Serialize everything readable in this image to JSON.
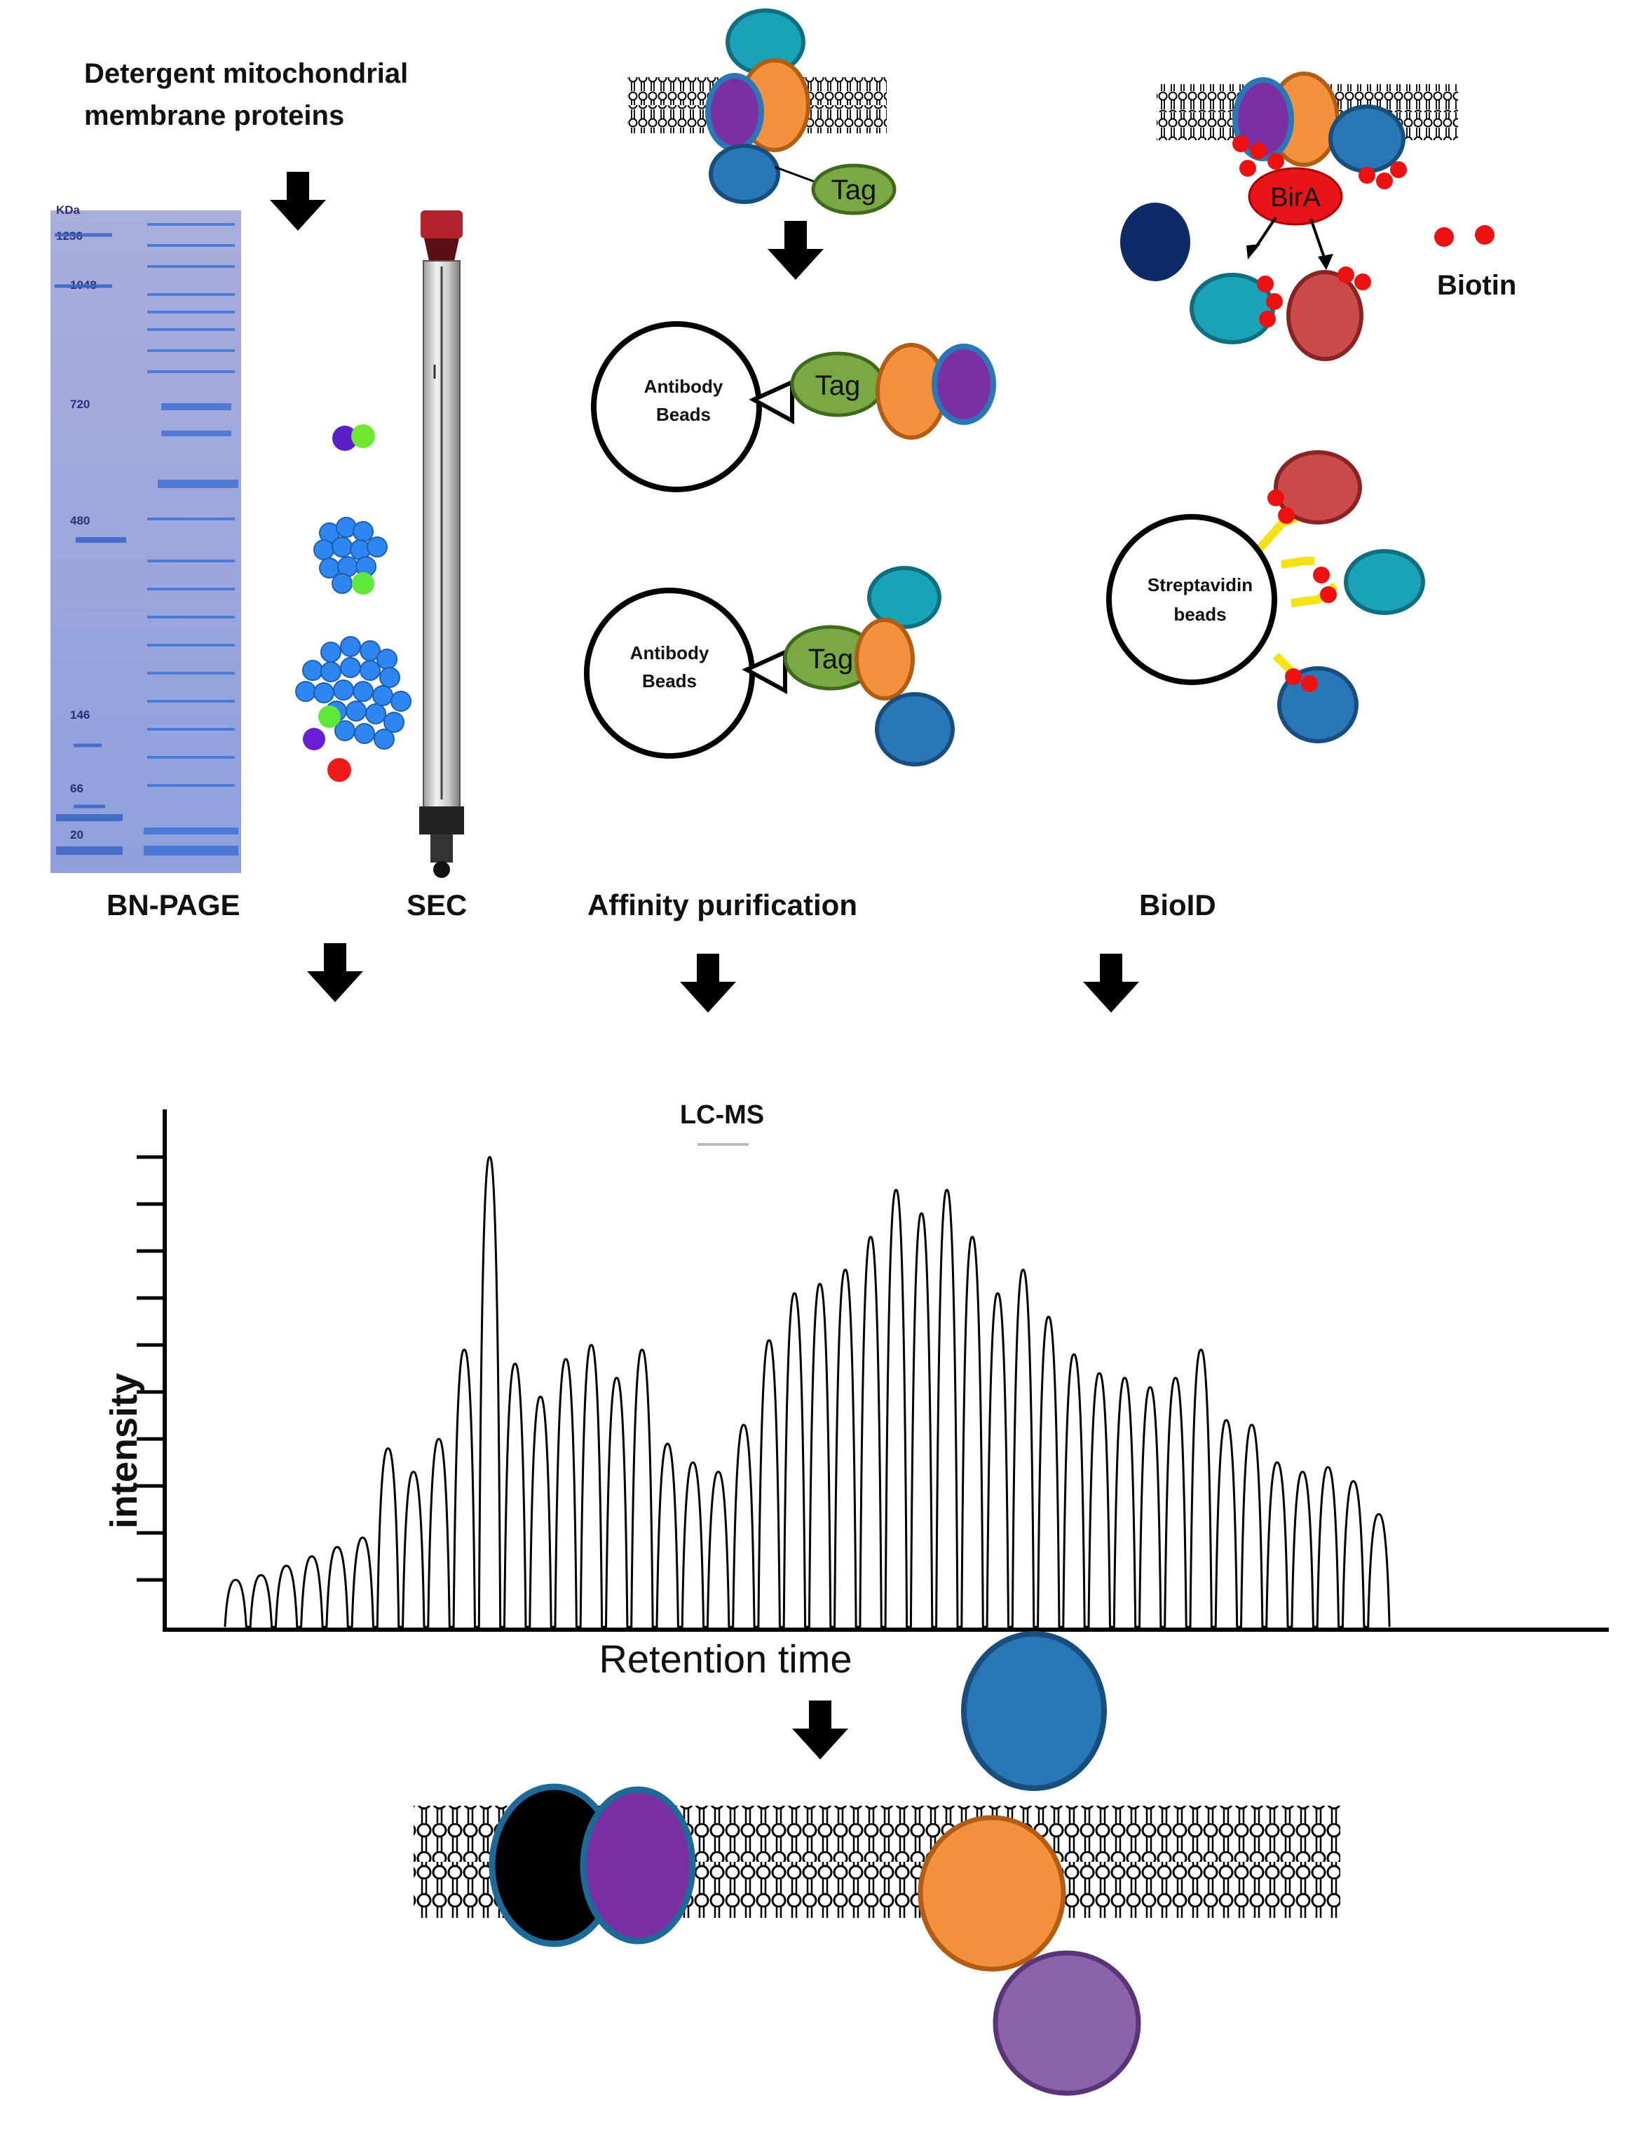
{
  "labels": {
    "input": [
      "Detergent mitochondrial",
      "membrane proteins"
    ],
    "bn_page": "BN-PAGE",
    "sec": "SEC",
    "affinity": "Affinity purification",
    "bioid": "BioID",
    "lcms": "LC-MS",
    "ylabel": "intensity",
    "xlabel": "Retention time",
    "tag": "Tag",
    "antibody_beads": [
      "Antibody",
      "Beads"
    ],
    "bira": "BirA",
    "biotin": "Biotin",
    "streptavidin_beads": [
      "Streptavidin",
      "beads"
    ]
  },
  "gel": {
    "unit": "KDa",
    "markers": [
      "1236",
      "1048",
      "720",
      "480",
      "146",
      "66",
      "20"
    ]
  },
  "colors": {
    "protein_blue": "#2a77b8",
    "protein_teal": "#1aa3b8",
    "protein_orange": "#f4913c",
    "protein_purple": "#7a2fa3",
    "protein_mauve": "#8c62a8",
    "protein_red": "#cc4a4a",
    "protein_navy": "#0b2a66",
    "tag_green": "#79a844",
    "bira_red": "#e8141a",
    "biotin_red": "#ee1111",
    "linker_yellow": "#f4e214",
    "gel_blue": "#8f9fd6"
  },
  "icons": [
    "down-arrow-icon",
    "lipid-bilayer-icon",
    "protein-blob-icon",
    "sec-column-icon"
  ],
  "chart_data": {
    "type": "line",
    "title": "LC-MS",
    "xlabel": "Retention time",
    "ylabel": "intensity",
    "ylim": [
      0,
      10
    ],
    "grid": false,
    "legend": "none",
    "series": [
      {
        "values": [
          1.0,
          1.1,
          1.3,
          1.5,
          1.7,
          1.9,
          3.8,
          3.3,
          4.0,
          5.9,
          10.0,
          5.6,
          4.9,
          5.7,
          6.0,
          5.3,
          5.9,
          3.9,
          3.5,
          3.3,
          4.3,
          6.1,
          7.1,
          7.3,
          7.6,
          8.3,
          9.3,
          8.8,
          9.3,
          8.3,
          7.1,
          7.6,
          6.6,
          5.8,
          5.4,
          5.3,
          5.1,
          5.3,
          5.9,
          4.4,
          4.3,
          3.5,
          3.3,
          3.4,
          3.1,
          2.4
        ]
      }
    ]
  }
}
